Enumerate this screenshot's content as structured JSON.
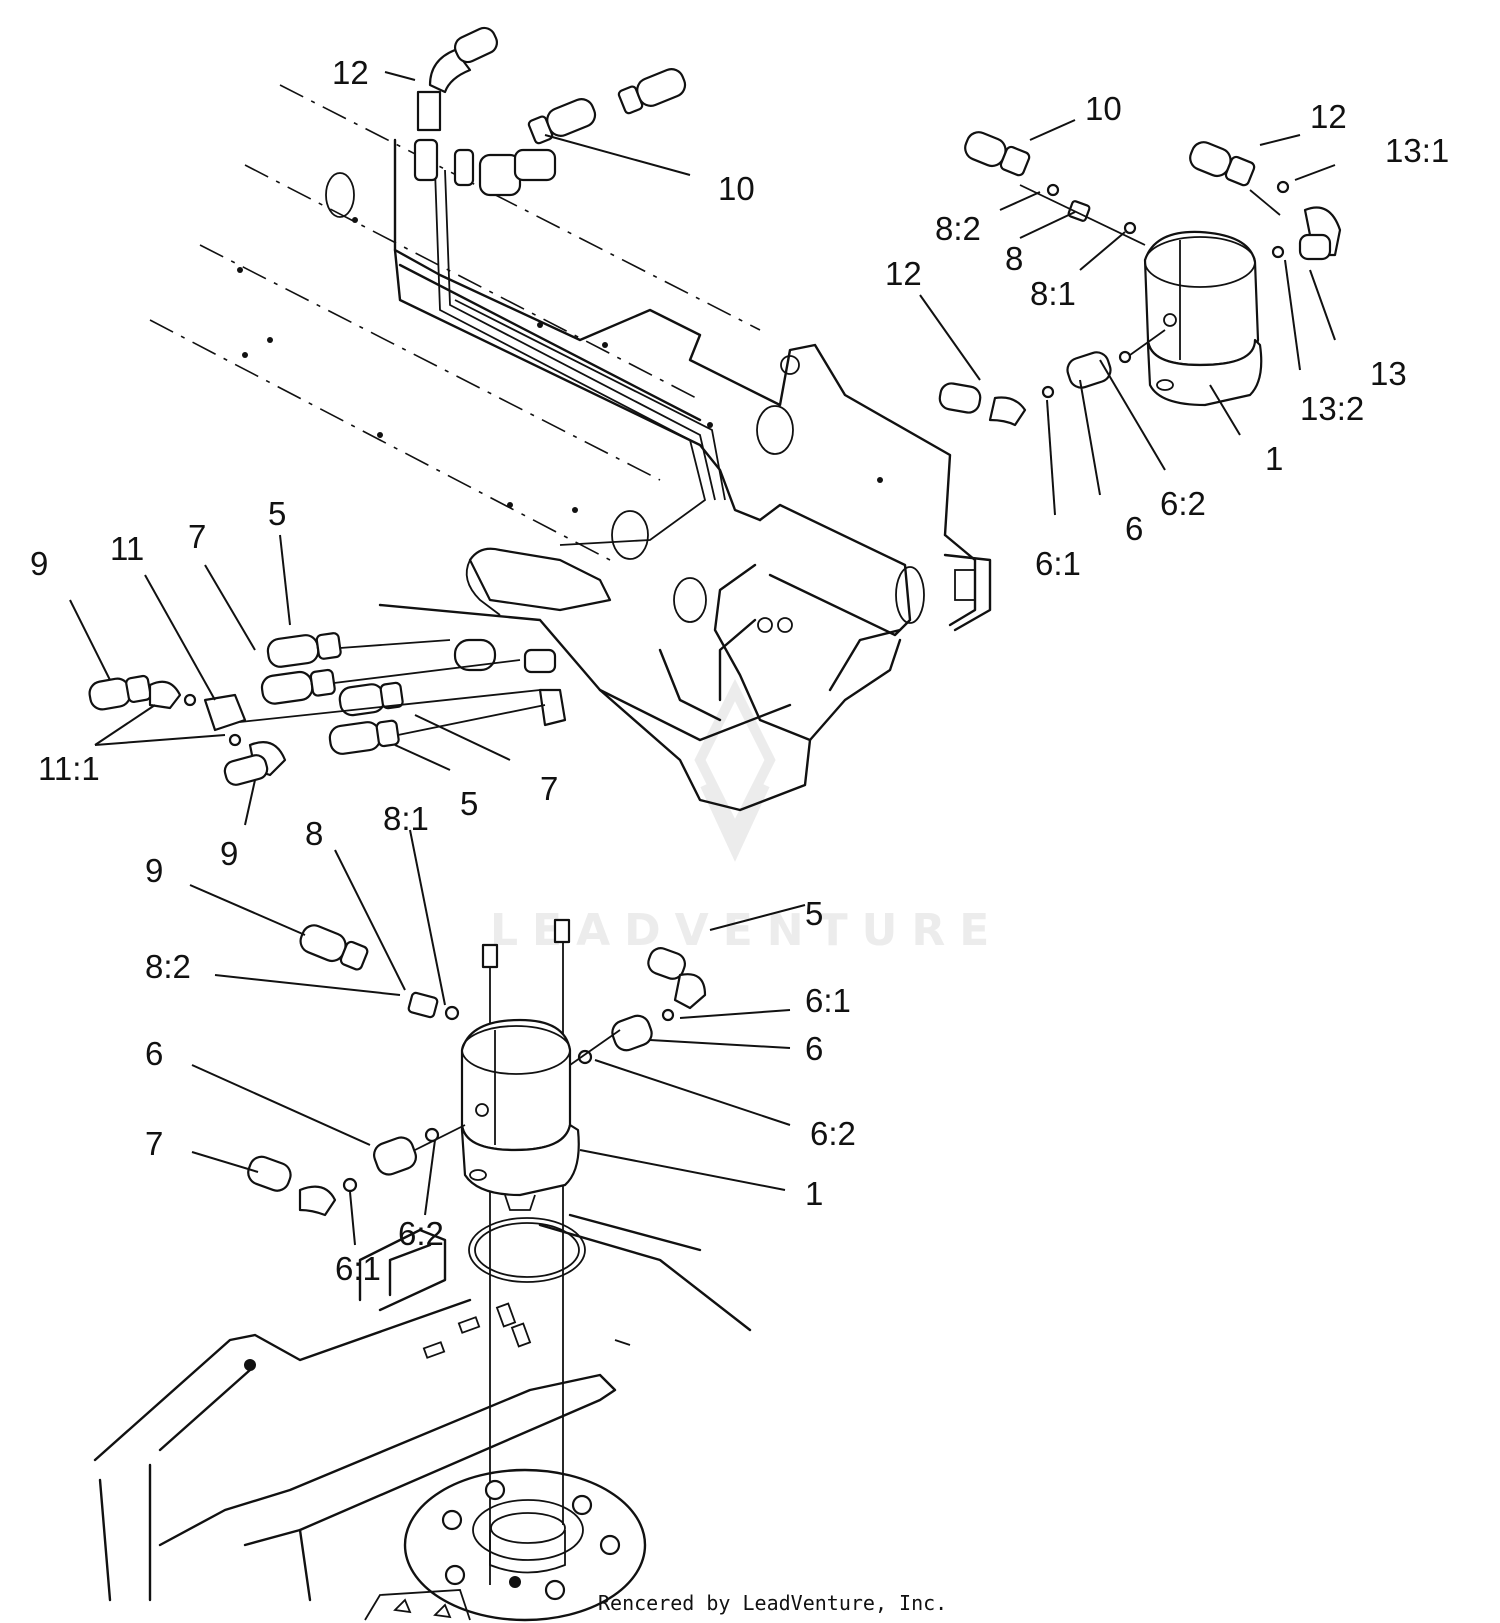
{
  "watermark": "LEADVENTURE",
  "footer": "Rencered by LeadVenture, Inc.",
  "callouts": [
    {
      "id": "12a",
      "text": "12"
    },
    {
      "id": "10a",
      "text": "10"
    },
    {
      "id": "10b",
      "text": "10"
    },
    {
      "id": "12b",
      "text": "12"
    },
    {
      "id": "13-1a",
      "text": "13:1"
    },
    {
      "id": "8-2a",
      "text": "8:2"
    },
    {
      "id": "8a",
      "text": "8"
    },
    {
      "id": "8-1a",
      "text": "8:1"
    },
    {
      "id": "12c",
      "text": "12"
    },
    {
      "id": "13a",
      "text": "13"
    },
    {
      "id": "13-2a",
      "text": "13:2"
    },
    {
      "id": "1a",
      "text": "1"
    },
    {
      "id": "6-2a",
      "text": "6:2"
    },
    {
      "id": "6a",
      "text": "6"
    },
    {
      "id": "6-1a",
      "text": "6:1"
    },
    {
      "id": "9a",
      "text": "9"
    },
    {
      "id": "11a",
      "text": "11"
    },
    {
      "id": "7a",
      "text": "7"
    },
    {
      "id": "5a",
      "text": "5"
    },
    {
      "id": "11-1a",
      "text": "11:1"
    },
    {
      "id": "9b",
      "text": "9"
    },
    {
      "id": "5b",
      "text": "5"
    },
    {
      "id": "7b",
      "text": "7"
    },
    {
      "id": "8b",
      "text": "8"
    },
    {
      "id": "8-1b",
      "text": "8:1"
    },
    {
      "id": "9c",
      "text": "9"
    },
    {
      "id": "5c",
      "text": "5"
    },
    {
      "id": "8-2b",
      "text": "8:2"
    },
    {
      "id": "6-1b",
      "text": "6:1"
    },
    {
      "id": "6b",
      "text": "6"
    },
    {
      "id": "6c",
      "text": "6"
    },
    {
      "id": "6-2b",
      "text": "6:2"
    },
    {
      "id": "7c",
      "text": "7"
    },
    {
      "id": "1b",
      "text": "1"
    },
    {
      "id": "6-2c",
      "text": "6:2"
    },
    {
      "id": "6-1c",
      "text": "6:1"
    }
  ]
}
